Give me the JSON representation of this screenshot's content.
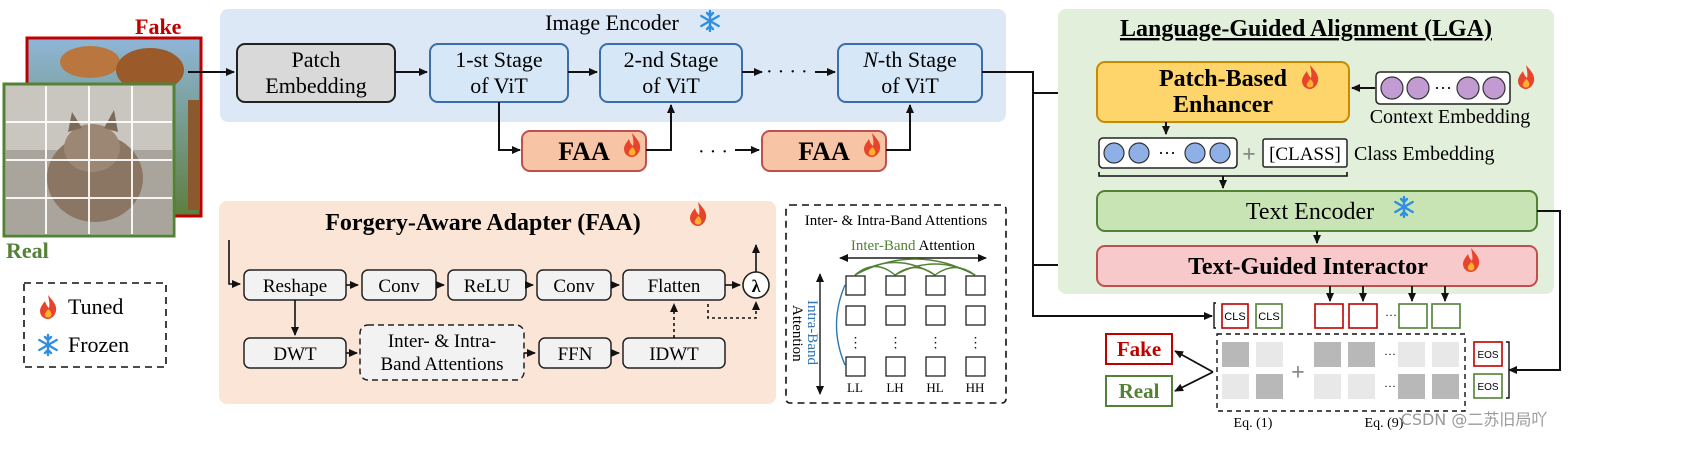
{
  "legend": {
    "fake": "Fake",
    "real": "Real",
    "tuned": "Tuned",
    "frozen": "Frozen"
  },
  "image_encoder": {
    "title": "Image Encoder",
    "patch_embedding": [
      "Patch",
      "Embedding"
    ],
    "stage1": [
      "1-st Stage",
      "of ViT"
    ],
    "stage2": [
      "2-nd Stage",
      "of ViT"
    ],
    "stageN_italic": "N",
    "stageN_rest": "-th Stage",
    "stageN_line2": "of ViT",
    "faa": "FAA",
    "dots": "· · · ·"
  },
  "faa_panel": {
    "title": "Forgery-Aware Adapter (FAA)",
    "reshape": "Reshape",
    "conv1": "Conv",
    "relu": "ReLU",
    "conv2": "Conv",
    "flatten": "Flatten",
    "lambda": "λ",
    "dwt": "DWT",
    "attn": [
      "Inter- & Intra-",
      "Band Attentions"
    ],
    "ffn": "FFN",
    "idwt": "IDWT"
  },
  "band_panel": {
    "title": "Inter- & Intra-Band Attentions",
    "inter": "Inter-Band",
    "inter_rest": " Attention",
    "intra": "Intra-Band",
    "intra_rest": "Attention",
    "cols": [
      "LL",
      "LH",
      "HL",
      "HH"
    ]
  },
  "lga": {
    "title": "Language-Guided Alignment (LGA)",
    "patch_enhancer": [
      "Patch-Based",
      "Enhancer"
    ],
    "context_embedding": "Context Embedding",
    "class_token": "[CLASS]",
    "class_embedding": "Class Embedding",
    "text_encoder": "Text Encoder",
    "interactor": "Text-Guided Interactor"
  },
  "output": {
    "cls": "CLS",
    "eos": "EOS",
    "fake": "Fake",
    "real": "Real",
    "eq1": "Eq. (1)",
    "eq9": "Eq. (9)",
    "watermark": "CSDN @二苏旧局吖"
  },
  "colors": {
    "fake_red": "#c00000",
    "real_green": "#538135",
    "encoder_bg": "#dde8f7",
    "stage_fill": "#d6e8f8",
    "stage_stroke": "#3b6ea8",
    "faa_fill": "#f7c4a6",
    "faa_stroke": "#c0504d",
    "faa_panel_bg": "#fbe5d6",
    "lga_bg": "#e2efda",
    "enhancer_fill": "#fdd56b",
    "text_enc_fill": "#c9e4b4",
    "interactor_fill": "#f8c9cb",
    "token_purple": "#c39bd3",
    "token_blue": "#8fb0e6",
    "fire": "#e8442b",
    "snow": "#2f8fe0"
  }
}
